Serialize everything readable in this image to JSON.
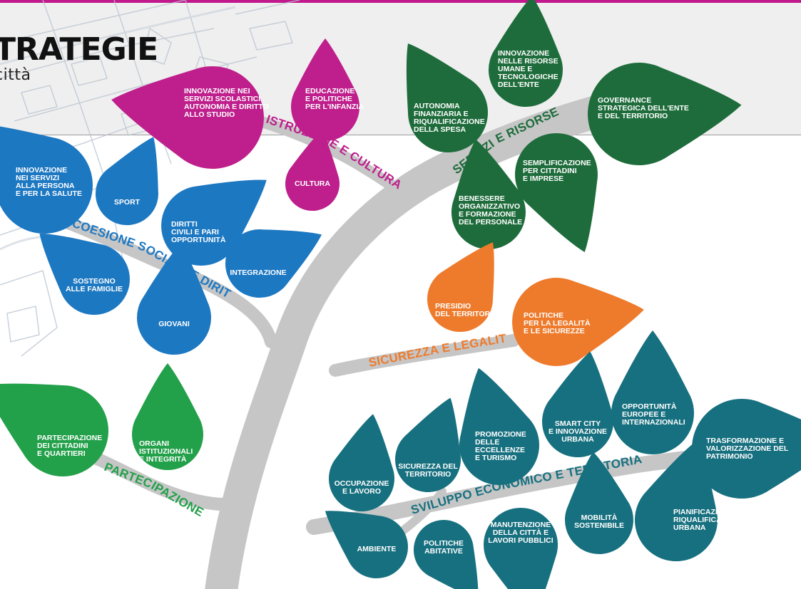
{
  "header": {
    "title": "TRATEGIE",
    "subtitle": "città"
  },
  "colors": {
    "magenta": "#be1f8c",
    "darkgreen": "#1e6c3b",
    "blue": "#1d78c2",
    "orange": "#ee7b2c",
    "green": "#23a04a",
    "teal": "#17707f",
    "trunk": "#c6c6c6",
    "accent_bar": "#c21a8c"
  },
  "branches": {
    "istruzione": "ISTRUZIONE E CULTURA",
    "servizi": "SERVIZI E RISORSE",
    "coesione": "COESIONE SOCIALE E DIRITTI",
    "sicurezza": "SICUREZZA E LEGALITÀ",
    "partecipazione": "PARTECIPAZIONE",
    "sviluppo": "SVILUPPO ECONOMICO E TERRITORIALE"
  },
  "leaves": {
    "innovazione_servizi_scolastici": [
      "INNOVAZIONE NEI",
      "SERVIZI SCOLASTICI,",
      "AUTONOMIA E DIRITTO",
      "ALLO STUDIO"
    ],
    "educazione_infanzia": [
      "EDUCAZIONE",
      "E POLITICHE",
      "PER L'INFANZIA"
    ],
    "cultura": [
      "CULTURA"
    ],
    "autonomia_finanziaria": [
      "AUTONOMIA",
      "FINANZIARIA E",
      "RIQUALIFICAZIONE",
      "DELLA SPESA"
    ],
    "innovazione_risorse": [
      "INNOVAZIONE",
      "NELLE RISORSE",
      "UMANE E",
      "TECNOLOGICHE",
      "DELL'ENTE"
    ],
    "governance": [
      "GOVERNANCE",
      "STRATEGICA DELL'ENTE",
      "E DEL TERRITORIO"
    ],
    "semplificazione": [
      "SEMPLIFICAZIONE",
      "PER CITTADINI",
      "E IMPRESE"
    ],
    "benessere": [
      "BENESSERE",
      "ORGANIZZATIVO",
      "E FORMAZIONE",
      "DEL PERSONALE"
    ],
    "innovazione_persona": [
      "INNOVAZIONE",
      "NEI SERVIZI",
      "ALLA PERSONA",
      "E PER LA SALUTE"
    ],
    "sport": [
      "SPORT"
    ],
    "diritti_civili": [
      "DIRITTI",
      "CIVILI E PARI",
      "OPPORTUNITÀ"
    ],
    "integrazione": [
      "INTEGRAZIONE"
    ],
    "sostegno_famiglie": [
      "SOSTEGNO",
      "ALLE FAMIGLIE"
    ],
    "giovani": [
      "GIOVANI"
    ],
    "presidio_territorio": [
      "PRESIDIO",
      "DEL TERRITORIO"
    ],
    "politiche_legalita": [
      "POLITICHE",
      "PER LA LEGALITÀ",
      "E LE SICUREZZE"
    ],
    "partecipazione_cittadini": [
      "PARTECIPAZIONE",
      "DEI CITTADINI",
      "E QUARTIERI"
    ],
    "organi_istituzionali": [
      "ORGANI",
      "ISTITUZIONALI",
      "E INTEGRITÀ"
    ],
    "occupazione": [
      "OCCUPAZIONE",
      "E LAVORO"
    ],
    "sicurezza_territorio": [
      "SICUREZZA DEL",
      "TERRITORIO"
    ],
    "promozione_eccellenze": [
      "PROMOZIONE",
      "DELLE",
      "ECCELLENZE",
      "E TURISMO"
    ],
    "smart_city": [
      "SMART CITY",
      "E INNOVAZIONE",
      "URBANA"
    ],
    "opportunita_europee": [
      "OPPORTUNITÀ",
      "EUROPEE E",
      "INTERNAZIONALI"
    ],
    "trasformazione_patrimonio": [
      "TRASFORMAZIONE E",
      "VALORIZZAZIONE DEL",
      "PATRIMONIO"
    ],
    "ambiente": [
      "AMBIENTE"
    ],
    "politiche_abitative": [
      "POLITICHE",
      "ABITATIVE"
    ],
    "manutenzione": [
      "MANUTENZIONE",
      "DELLA CITTÀ E",
      "LAVORI PUBBLICI"
    ],
    "mobilita": [
      "MOBILITÀ",
      "SOSTENIBILE"
    ],
    "pianificazione": [
      "PIANIFICAZIONE E",
      "RIQUALIFICAZIONE",
      "URBANA"
    ]
  }
}
